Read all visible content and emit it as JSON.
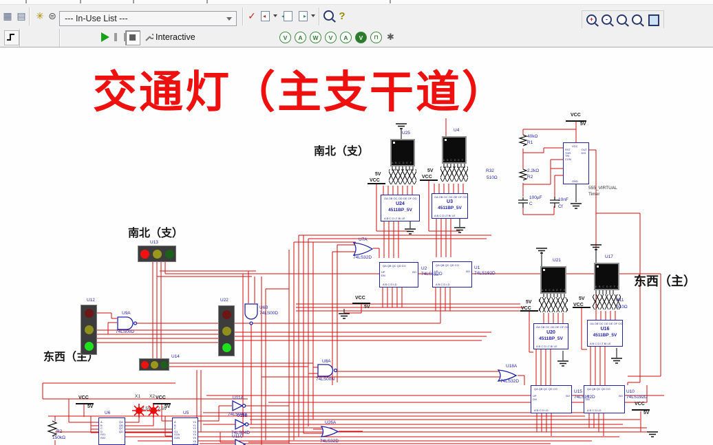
{
  "toolbar": {
    "in_use_list": "--- In-Use List ---",
    "interactive": "Interactive",
    "help_glyph": "?",
    "probe_glyphs": [
      "V",
      "A",
      "W",
      "V",
      "A",
      "V",
      "⊓"
    ]
  },
  "canvas": {
    "title": "交通灯（主支干道）",
    "labels": {
      "nb_branch": "南北（支）",
      "ew_main": "东西（主）",
      "vcc": "VCC",
      "v5": "5V"
    },
    "components": {
      "u25": {
        "ref": "U25"
      },
      "u4": {
        "ref": "U4"
      },
      "u21": {
        "ref": "U21"
      },
      "u17": {
        "ref": "U17"
      },
      "u24": {
        "ref": "U24",
        "part": "4511BP_5V"
      },
      "u3": {
        "ref": "U3",
        "part": "4511BP_5V"
      },
      "u20": {
        "ref": "U20",
        "part": "4511BP_5V"
      },
      "u16": {
        "ref": "U16",
        "part": "4511BP_5V"
      },
      "u2": {
        "ref": "U2",
        "part": "74LS192D"
      },
      "u1": {
        "ref": "U1",
        "part": "74LS192D"
      },
      "u15": {
        "ref": "U15",
        "part": "74LS192D"
      },
      "u10": {
        "ref": "U10",
        "part": "74LS192D"
      },
      "u7a": {
        "ref": "U7A",
        "part": "74LS32D"
      },
      "u18a": {
        "ref": "U18A",
        "part": "74LS32D"
      },
      "u26a": {
        "ref": "U26A",
        "part": "74LS32D"
      },
      "u8a": {
        "ref": "U8A",
        "part": "74LS00N"
      },
      "u9a": {
        "ref": "U9A",
        "part": "74LS00D"
      },
      "u6b": {
        "ref": "U6B",
        "part": "74LS00D"
      },
      "u11a": {
        "ref": "U11A",
        "part": "74LS04D"
      },
      "u11b": {
        "ref": "U11B",
        "part": "74LS04D"
      },
      "u11c": {
        "ref": "U11C"
      },
      "u13": {
        "ref": "U13"
      },
      "u12": {
        "ref": "U12"
      },
      "u22": {
        "ref": "U22"
      },
      "u14": {
        "ref": "U14"
      },
      "u6": {
        "ref": "U6"
      },
      "u5": {
        "ref": "U5"
      },
      "r1": {
        "ref": "R1",
        "value": "40kΩ"
      },
      "r2_timer": {
        "ref": "R2",
        "value": "2.2kΩ"
      },
      "c": {
        "ref": "C",
        "value": "100µF"
      },
      "cf": {
        "ref": "Cf",
        "value": "10nF"
      },
      "r32": {
        "ref": "R32",
        "value": "510Ω"
      },
      "r11": {
        "ref": "R11",
        "value": "510Ω"
      },
      "r2_left": {
        "ref": "R2",
        "value": "150kΩ"
      },
      "x1": {
        "ref": "X1",
        "value": "2.5V"
      },
      "x2": {
        "ref": "X2",
        "value": "2.5V"
      },
      "timer": {
        "part": "555_VIRTUAL",
        "name": "Timer"
      }
    },
    "pins": {
      "dec_top": "OA OB OC OD OE OF OG",
      "dec_bot": "A B C D LT BI LE",
      "cnt_top": "QA QB QC QD CO",
      "cnt_bot": "A B C D LD",
      "cnt_l": "UP\nDN",
      "cnt_r": "BO",
      "seg": "A B C D E F G",
      "t555_l": "RST\nTHR\nTRI\nCON",
      "t555_r": "OUT\nDIS",
      "t555_t": "VCC",
      "t555_b": "GND",
      "u6_l": "A\nB\nC\nD\nR01\nR02",
      "u6_r": "QA\nQB\nQC\nQD",
      "u5_l": "A\nB\nC\nG1\nG2A\nG2B",
      "u5_r": "Y0\nY1\nY2\nY3\nY4\nY5\nY6\nY7"
    }
  }
}
